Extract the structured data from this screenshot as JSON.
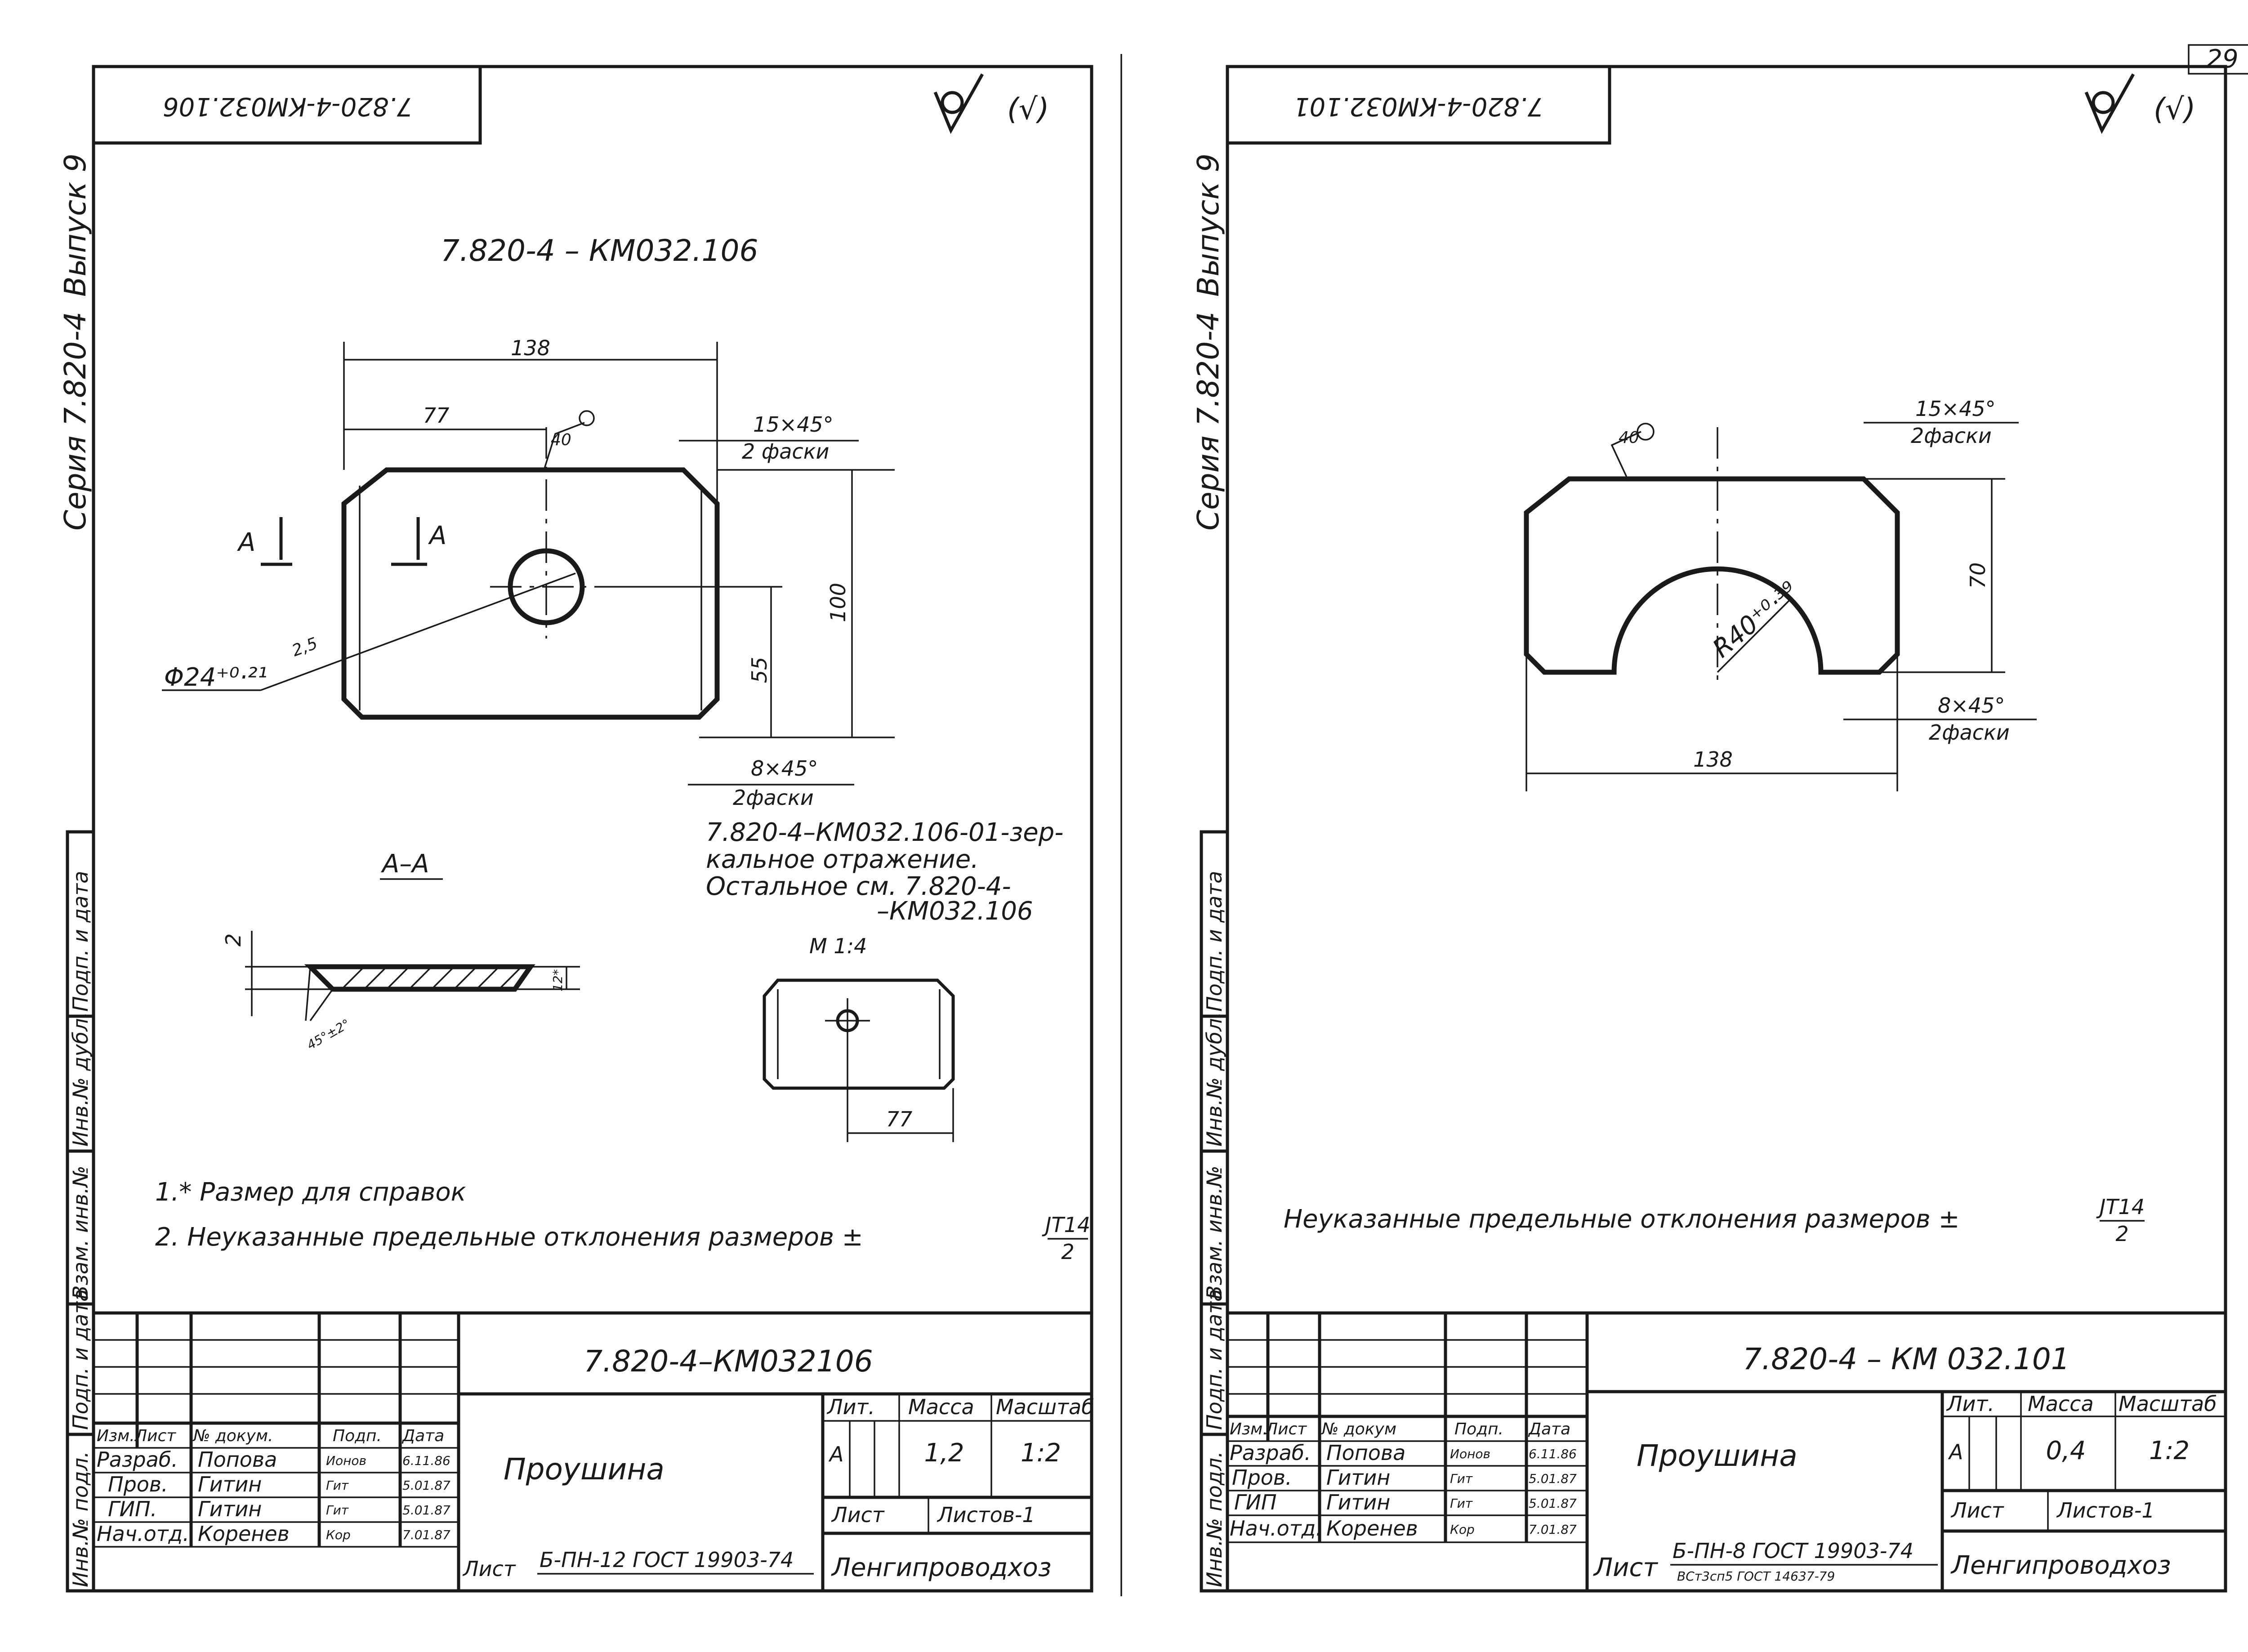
{
  "page_number": "29",
  "left_sheet": {
    "stamp_mirrored": "7.820-4-КМ032.106",
    "roughness_symbol": "(√)",
    "margin_series": "Серия 7.820-4",
    "margin_issue": "Выпуск 9",
    "title": "7.820-4 – КМ032.106",
    "dims": {
      "width": "138",
      "offset": "77",
      "height": "100",
      "hole_height": "55",
      "chamfer_top": "15×45°",
      "chamfer_top_note": "2 фаски",
      "chamfer_bottom": "8×45°",
      "chamfer_bottom_note": "2фаски",
      "roughness_value": "40",
      "hole": "Φ24⁺⁰·²¹",
      "hole_rough": "2,5",
      "section_mark": "А",
      "section_title": "А–А",
      "section_thick": "2",
      "section_height": "12*",
      "section_angle": "45°±2°"
    },
    "mirror_note": [
      "7.820-4–КМ032.106-01-зер-",
      "кальное отражение.",
      "Остальное см. 7.820-4-",
      "–КМ032.106"
    ],
    "small_view_scale": "М 1:4",
    "small_view_dim": "77",
    "notes": [
      "1.* Размер для справок",
      "2. Неуказанные предельные отклонения размеров ± ",
      "JT14",
      "2"
    ],
    "title_block": {
      "designation": "7.820-4–КМ032106",
      "name": "Проушина",
      "header_row": [
        "Изм.",
        "Лист",
        "№ докум.",
        "Подп.",
        "Дата"
      ],
      "rows": [
        {
          "role": "Разраб.",
          "name": "Попова",
          "sign": "Ионов",
          "date": "6.11.86"
        },
        {
          "role": "Пров.",
          "name": "Гитин",
          "sign": "Гит",
          "date": "5.01.87"
        },
        {
          "role": "ГИП.",
          "name": "Гитин",
          "sign": "Гит",
          "date": "5.01.87"
        },
        {
          "role": "Нач.отд.",
          "name": "Коренев",
          "sign": "Кор",
          "date": "7.01.87"
        }
      ],
      "lit_label": "Лит.",
      "mass_label": "Масса",
      "scale_label": "Масштаб",
      "lit_value": "А",
      "mass_value": "1,2",
      "scale_value": "1:2",
      "sheet_label": "Лист",
      "sheets_label": "Листов-1",
      "material_prefix": "Лист",
      "material": "Б-ПН-12 ГОСТ 19903-74",
      "organization": "Ленгипроводхоз"
    },
    "side_stamp": [
      "Инв.№ подл.",
      "Подп. и дата",
      "Взам. инв.№",
      "Инв.№ дубл.",
      "Подп. и дата"
    ]
  },
  "right_sheet": {
    "stamp_mirrored": "7.820-4-КМ032.101",
    "roughness_symbol": "(√)",
    "margin_series": "Серия 7.820-4",
    "margin_issue": "Выпуск 9",
    "dims": {
      "width": "138",
      "height": "70",
      "radius": "R40⁺⁰·³⁹",
      "chamfer_top": "15×45°",
      "chamfer_top_note": "2фаски",
      "chamfer_bottom": "8×45°",
      "chamfer_bottom_note": "2фаски",
      "roughness_value": "40"
    },
    "notes": [
      "Неуказанные предельные отклонения размеров ± ",
      "JT14",
      "2"
    ],
    "title_block": {
      "designation": "7.820-4 – КМ 032.101",
      "name": "Проушина",
      "header_row": [
        "Изм.",
        "Лист",
        "№ докум",
        "Подп.",
        "Дата"
      ],
      "rows": [
        {
          "role": "Разраб.",
          "name": "Попова",
          "sign": "Ионов",
          "date": "6.11.86"
        },
        {
          "role": "Пров.",
          "name": "Гитин",
          "sign": "Гит",
          "date": "5.01.87"
        },
        {
          "role": "ГИП",
          "name": "Гитин",
          "sign": "Гит",
          "date": "5.01.87"
        },
        {
          "role": "Нач.отд.",
          "name": "Коренев",
          "sign": "Кор",
          "date": "7.01.87"
        }
      ],
      "lit_label": "Лит.",
      "mass_label": "Масса",
      "scale_label": "Масштаб",
      "lit_value": "А",
      "mass_value": "0,4",
      "scale_value": "1:2",
      "sheet_label": "Лист",
      "sheets_label": "Листов-1",
      "material_prefix": "Лист",
      "material": "Б-ПН-8 ГОСТ 19903-74",
      "material2": "ВСт3сп5 ГОСТ 14637-79",
      "organization": "Ленгипроводхоз"
    },
    "side_stamp": [
      "Инв.№ подл.",
      "Подп. и дата",
      "Взам. инв.№",
      "Инв.№ дубл.",
      "Подп. и дата"
    ]
  }
}
